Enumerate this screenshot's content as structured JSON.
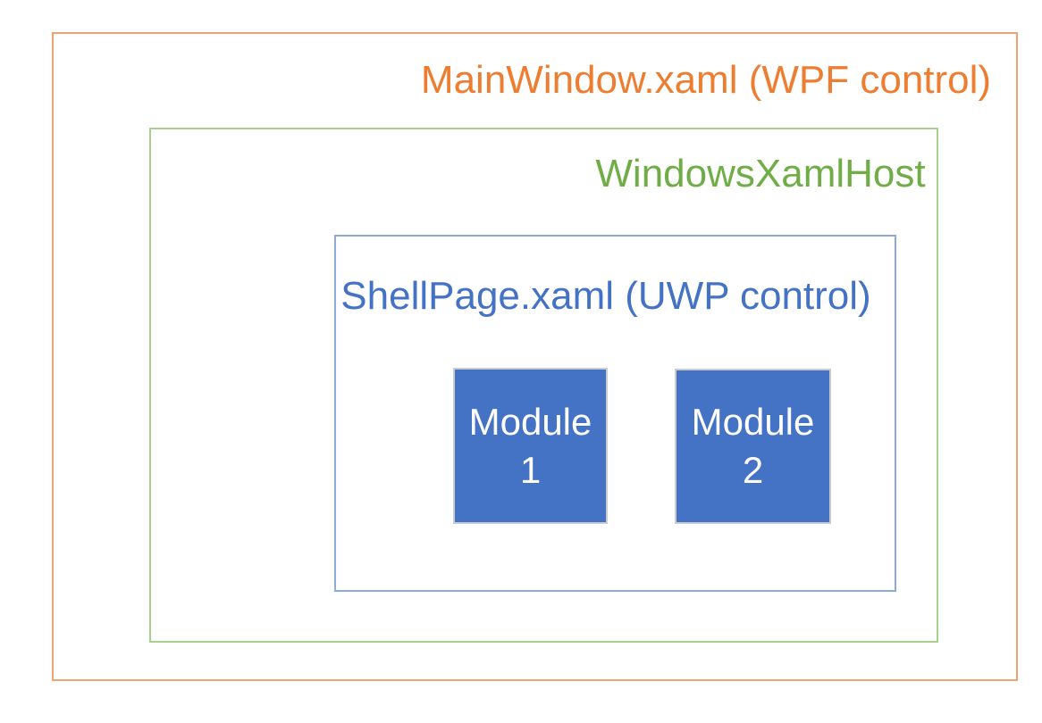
{
  "diagram": {
    "background_color": "#FFFFFF",
    "mainwindow": {
      "label": "MainWindow.xaml (WPF control)",
      "text_color": "#ED7D31",
      "border_color": "#F0A271"
    },
    "windowsxamlhost": {
      "label": "WindowsXamlHost",
      "text_color": "#70AD47",
      "border_color": "#A9D18E"
    },
    "shellpage": {
      "label": "ShellPage.xaml (UWP control)",
      "text_color": "#4472C4",
      "border_color": "#8EAADB"
    },
    "modules": [
      {
        "name": "Module",
        "number": "1",
        "fill_color": "#4472C4",
        "border_color": "#CCCCCC",
        "text_color": "#FFFFFF"
      },
      {
        "name": "Module",
        "number": "2",
        "fill_color": "#4472C4",
        "border_color": "#CCCCCC",
        "text_color": "#FFFFFF"
      }
    ]
  }
}
